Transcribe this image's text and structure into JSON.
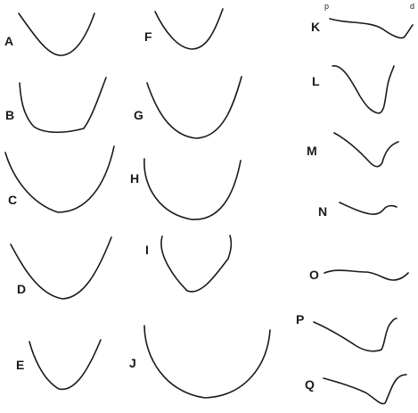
{
  "figure": {
    "panels": [
      {
        "label": "A"
      },
      {
        "label": "B"
      },
      {
        "label": "C"
      },
      {
        "label": "D"
      },
      {
        "label": "E"
      },
      {
        "label": "F"
      },
      {
        "label": "G"
      },
      {
        "label": "H"
      },
      {
        "label": "I"
      },
      {
        "label": "J"
      },
      {
        "label": "K"
      },
      {
        "label": "L"
      },
      {
        "label": "M"
      },
      {
        "label": "N"
      },
      {
        "label": "O"
      },
      {
        "label": "P"
      },
      {
        "label": "Q"
      }
    ],
    "orientation": {
      "proximal": "p",
      "distal": "d"
    }
  }
}
